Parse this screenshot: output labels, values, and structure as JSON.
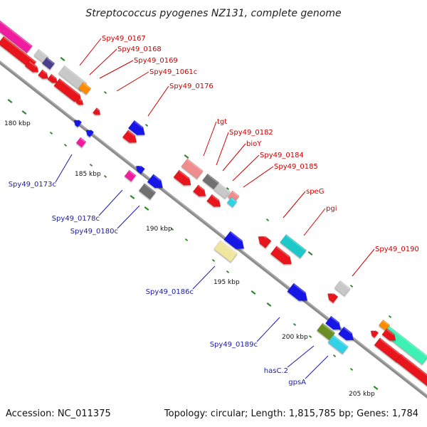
{
  "map": {
    "title": "Streptococcus pyogenes NZ131, complete genome",
    "accession": "Accession: NC_011375",
    "summary": "Topology: circular; Length: 1,815,785 bp; Genes: 1,784",
    "tick_labels": [
      "180 kbp",
      "185 kbp",
      "190 kbp",
      "195 kbp",
      "200 kbp",
      "205 kbp"
    ],
    "forward_labels": [
      "Spy49_0167",
      "Spy49_0168",
      "Spy49_0169",
      "Spy49_1061c",
      "Spy49_0176",
      "tgt",
      "Spy49_0182",
      "bioY",
      "Spy49_0184",
      "Spy49_0185",
      "speG",
      "pgi",
      "Spy49_0190"
    ],
    "reverse_labels": [
      "Spy49_0173c",
      "Spy49_0178c",
      "Spy49_0180c",
      "Spy49_0186c",
      "Spy49_0189c",
      "hasC.2",
      "gpsA"
    ],
    "colors": {
      "forward_label": "#cc0000",
      "reverse_label": "#1a1aa8",
      "backbone": "#8c8c8c",
      "tick": "#2d8a2d",
      "cds_red": "#e8141a",
      "cds_blue": "#1414e6",
      "magenta": "#f01ea0",
      "grey": "#c8c8c8",
      "dark_grey": "#707070",
      "navy": "#4a3f8c",
      "orange": "#ff8c00",
      "salmon": "#f08c8c",
      "cyan": "#32d2e6",
      "turquoise": "#1ec8c8",
      "khaki": "#f0e6a0",
      "olive": "#6b8e23",
      "mint": "#3cf0b4"
    }
  }
}
